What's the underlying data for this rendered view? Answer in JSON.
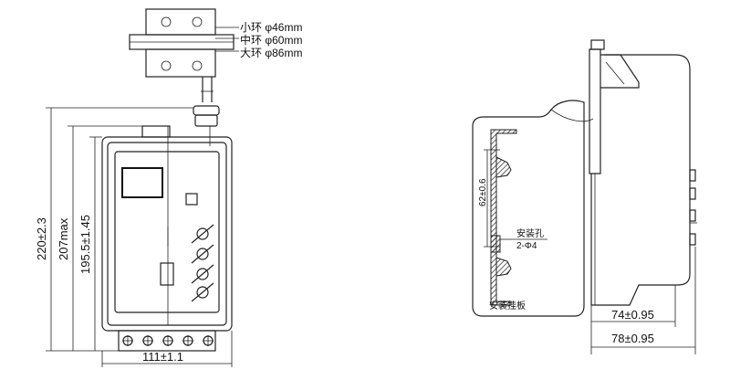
{
  "front_view": {
    "ring_labels": [
      "小环 φ46mm",
      "中环 φ60mm",
      "大环 φ86mm"
    ],
    "dim_height_total": "220±2.3",
    "dim_height_max": "207max",
    "dim_height_body": "195.5±1.45",
    "dim_width": "111±1.1"
  },
  "side_view": {
    "dim_hole_spacing": "62±0.6",
    "hole_label_line1": "安装孔",
    "hole_label_line2": "2-Φ4",
    "plate_label": "安装挂板",
    "dim_depth_1": "74±0.95",
    "dim_depth_2": "78±0.95"
  }
}
